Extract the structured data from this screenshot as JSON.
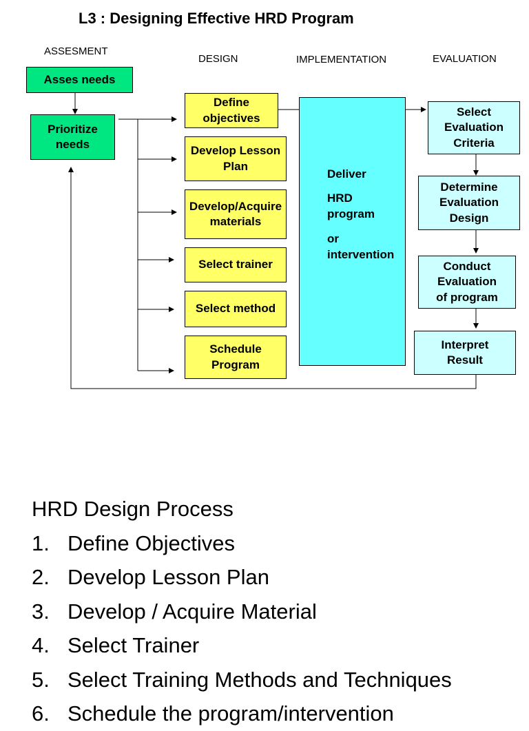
{
  "title": "L3 : Designing Effective HRD Program",
  "phases": {
    "assessment": "ASSESMENT",
    "design": "DESIGN",
    "implementation": "IMPLEMENTATION",
    "evaluation": "EVALUATION"
  },
  "assessment_boxes": {
    "asses_needs": "Asses needs",
    "prioritize_needs": "Prioritize\nneeds"
  },
  "design_boxes": [
    "Define\nobjectives",
    "Develop Lesson\nPlan",
    "Develop/Acquire\nmaterials",
    "Select trainer",
    "Select method",
    "Schedule\nProgram"
  ],
  "implementation_box": {
    "line1": "Deliver",
    "line2": "HRD\nprogram",
    "line3": "or\nintervention"
  },
  "evaluation_boxes": [
    "Select\nEvaluation\nCriteria",
    "Determine\nEvaluation\nDesign",
    "Conduct\nEvaluation\nof program",
    "Interpret\nResult"
  ],
  "colors": {
    "assessment": "#00e680",
    "design": "#ffff66",
    "implementation": "#66ffff",
    "evaluation": "#ccffff"
  },
  "process_list": {
    "heading": "HRD Design Process",
    "items": [
      {
        "num": "1.",
        "text": "Define Objectives"
      },
      {
        "num": "2.",
        "text": "Develop Lesson Plan"
      },
      {
        "num": "3.",
        "text": "Develop / Acquire Material"
      },
      {
        "num": "4.",
        "text": "Select Trainer"
      },
      {
        "num": "5.",
        "text": "Select Training Methods and Techniques"
      },
      {
        "num": "6.",
        "text": "Schedule the program/intervention"
      }
    ]
  }
}
